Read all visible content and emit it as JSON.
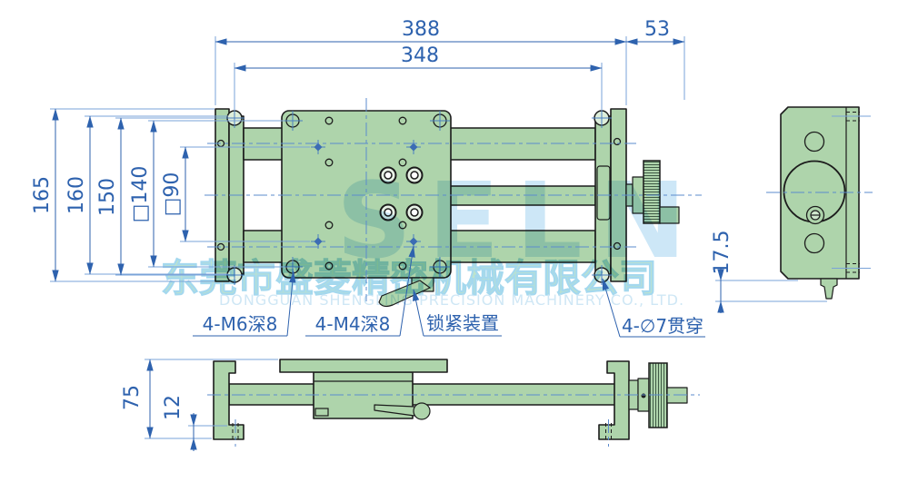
{
  "drawing": {
    "title_hint": "linear stage 3-view engineering drawing",
    "colors": {
      "part_fill": "#aed4ab",
      "edge": "#1c1c1c",
      "dimension_blue": "#2e62ae",
      "centerline_blue": "#5b8bcd",
      "watermark_blue": "#cde7f7",
      "watermark_green": "#bfe4ca"
    },
    "dims": {
      "overall_width": "388",
      "knob_length": "53",
      "hole_span": "348",
      "height_outer": "165",
      "height_inner": "160",
      "hole_row_span": "150",
      "square_140": "□140",
      "square_90": "□90",
      "side_offset": "17.5",
      "front_height": "75",
      "foot_thickness": "12"
    },
    "labels": {
      "m6_holes": "4-M6深8",
      "m4_holes": "4-M4深8",
      "lock_device": "锁紧装置",
      "d7_holes": "4-∅7贯穿"
    },
    "watermark": {
      "brand": "SELN",
      "company_cn": "东莞市盛菱精密机械有限公司",
      "company_en": "DONGGUAN SHENGLING PRECISION MACHINERY CO., LTD."
    }
  }
}
